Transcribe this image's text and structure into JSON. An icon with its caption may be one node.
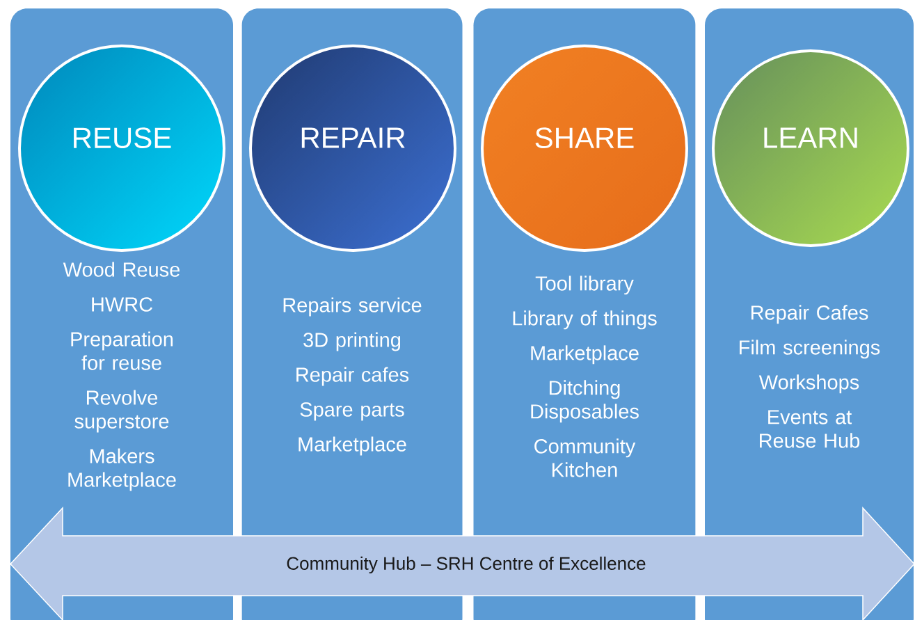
{
  "diagram": {
    "nodes": [
      {
        "text": [
          "Wood Reuse",
          "HWRC",
          "Preparation for reuse",
          "Revolve superstore",
          "Makers Marketplace"
        ]
      },
      {
        "text": [
          "REUSE"
        ],
        "in": 0
      },
      {
        "text": [
          "Repairs service",
          "3D printing",
          "Repair cafes",
          "Spare parts",
          "Marketplace"
        ]
      },
      {
        "text": [
          "REPAIR"
        ],
        "in": 2
      },
      {
        "text": [
          "Tool library",
          "Library of things",
          "Marketplace",
          "Ditching Disposables",
          "Community Kitchen"
        ]
      },
      {
        "text": [
          "SHARE"
        ],
        "in": 4
      },
      {
        "text": [
          "Repair Cafes",
          "Film screenings",
          "Workshops",
          "Events at Reuse Hub"
        ]
      },
      {
        "text": [
          "LEARN"
        ],
        "in": 6
      },
      {
        "text": [
          "Community Hub – SRH Centre of Excellence"
        ]
      }
    ]
  }
}
